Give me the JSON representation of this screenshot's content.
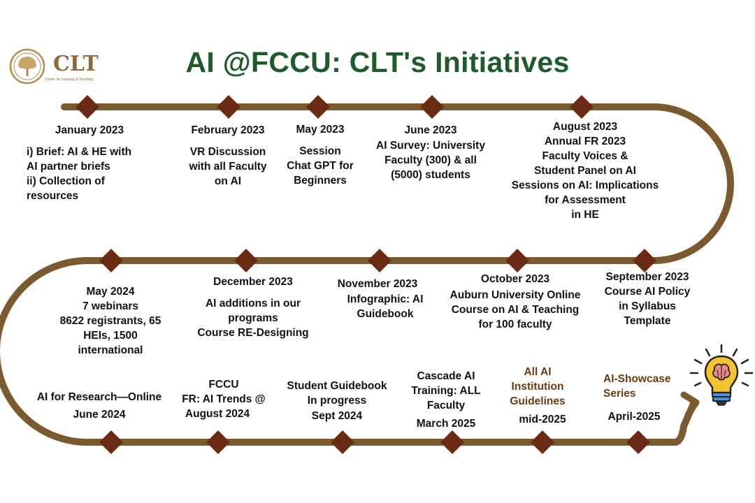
{
  "header": {
    "title": "AI @FCCU: CLT's Initiatives",
    "logo_text": "CLT",
    "logo_subtitle": "Center for Learning & Teaching"
  },
  "colors": {
    "path": "#7a5a2e",
    "marker": "#6b2a14",
    "title": "#1f5a2a",
    "highlight_text": "#6b3a12",
    "bulb": "#f4c430",
    "brain": "#e98a8a"
  },
  "events": [
    {
      "date": "January 2023",
      "text": "i) Brief: AI & HE with\n    AI partner briefs\nii) Collection of\n      resources"
    },
    {
      "date": "February 2023",
      "text": "VR Discussion\nwith all Faculty\non AI"
    },
    {
      "date": "May 2023",
      "text": "Session\nChat GPT for\nBeginners"
    },
    {
      "date": "June 2023",
      "text": "AI Survey: University\nFaculty (300) & all\n(5000) students"
    },
    {
      "date": "August 2023",
      "text": "Annual FR 2023\nFaculty Voices &\n   Student Panel on AI\nSessions on AI: Implications\nfor Assessment\nin HE"
    },
    {
      "date": "September 2023",
      "text": "Course AI Policy\nin Syllabus\nTemplate"
    },
    {
      "date": "October 2023",
      "text": "Auburn University Online\nCourse on AI & Teaching\nfor 100 faculty"
    },
    {
      "date": "November 2023",
      "text": "Infographic: AI\nGuidebook"
    },
    {
      "date": "December 2023",
      "text": "AI additions in our\nprograms\nCourse RE-Designing"
    },
    {
      "date": "May 2024",
      "text": "7 webinars\n8622 registrants, 65\nHEIs, 1500\ninternational"
    },
    {
      "date": "June 2024",
      "text": "AI for Research—Online"
    },
    {
      "date": "August 2024",
      "text": "FCCU\nFR: AI Trends @"
    },
    {
      "date": "Sept 2024",
      "text": "Student Guidebook\nIn progress"
    },
    {
      "date": "March 2025",
      "text": "Cascade AI\nTraining: ALL\nFaculty"
    },
    {
      "date": "mid-2025",
      "text": "All AI\nInstitution\nGuidelines"
    },
    {
      "date": "April-2025",
      "text": "AI-Showcase\nSeries"
    }
  ]
}
